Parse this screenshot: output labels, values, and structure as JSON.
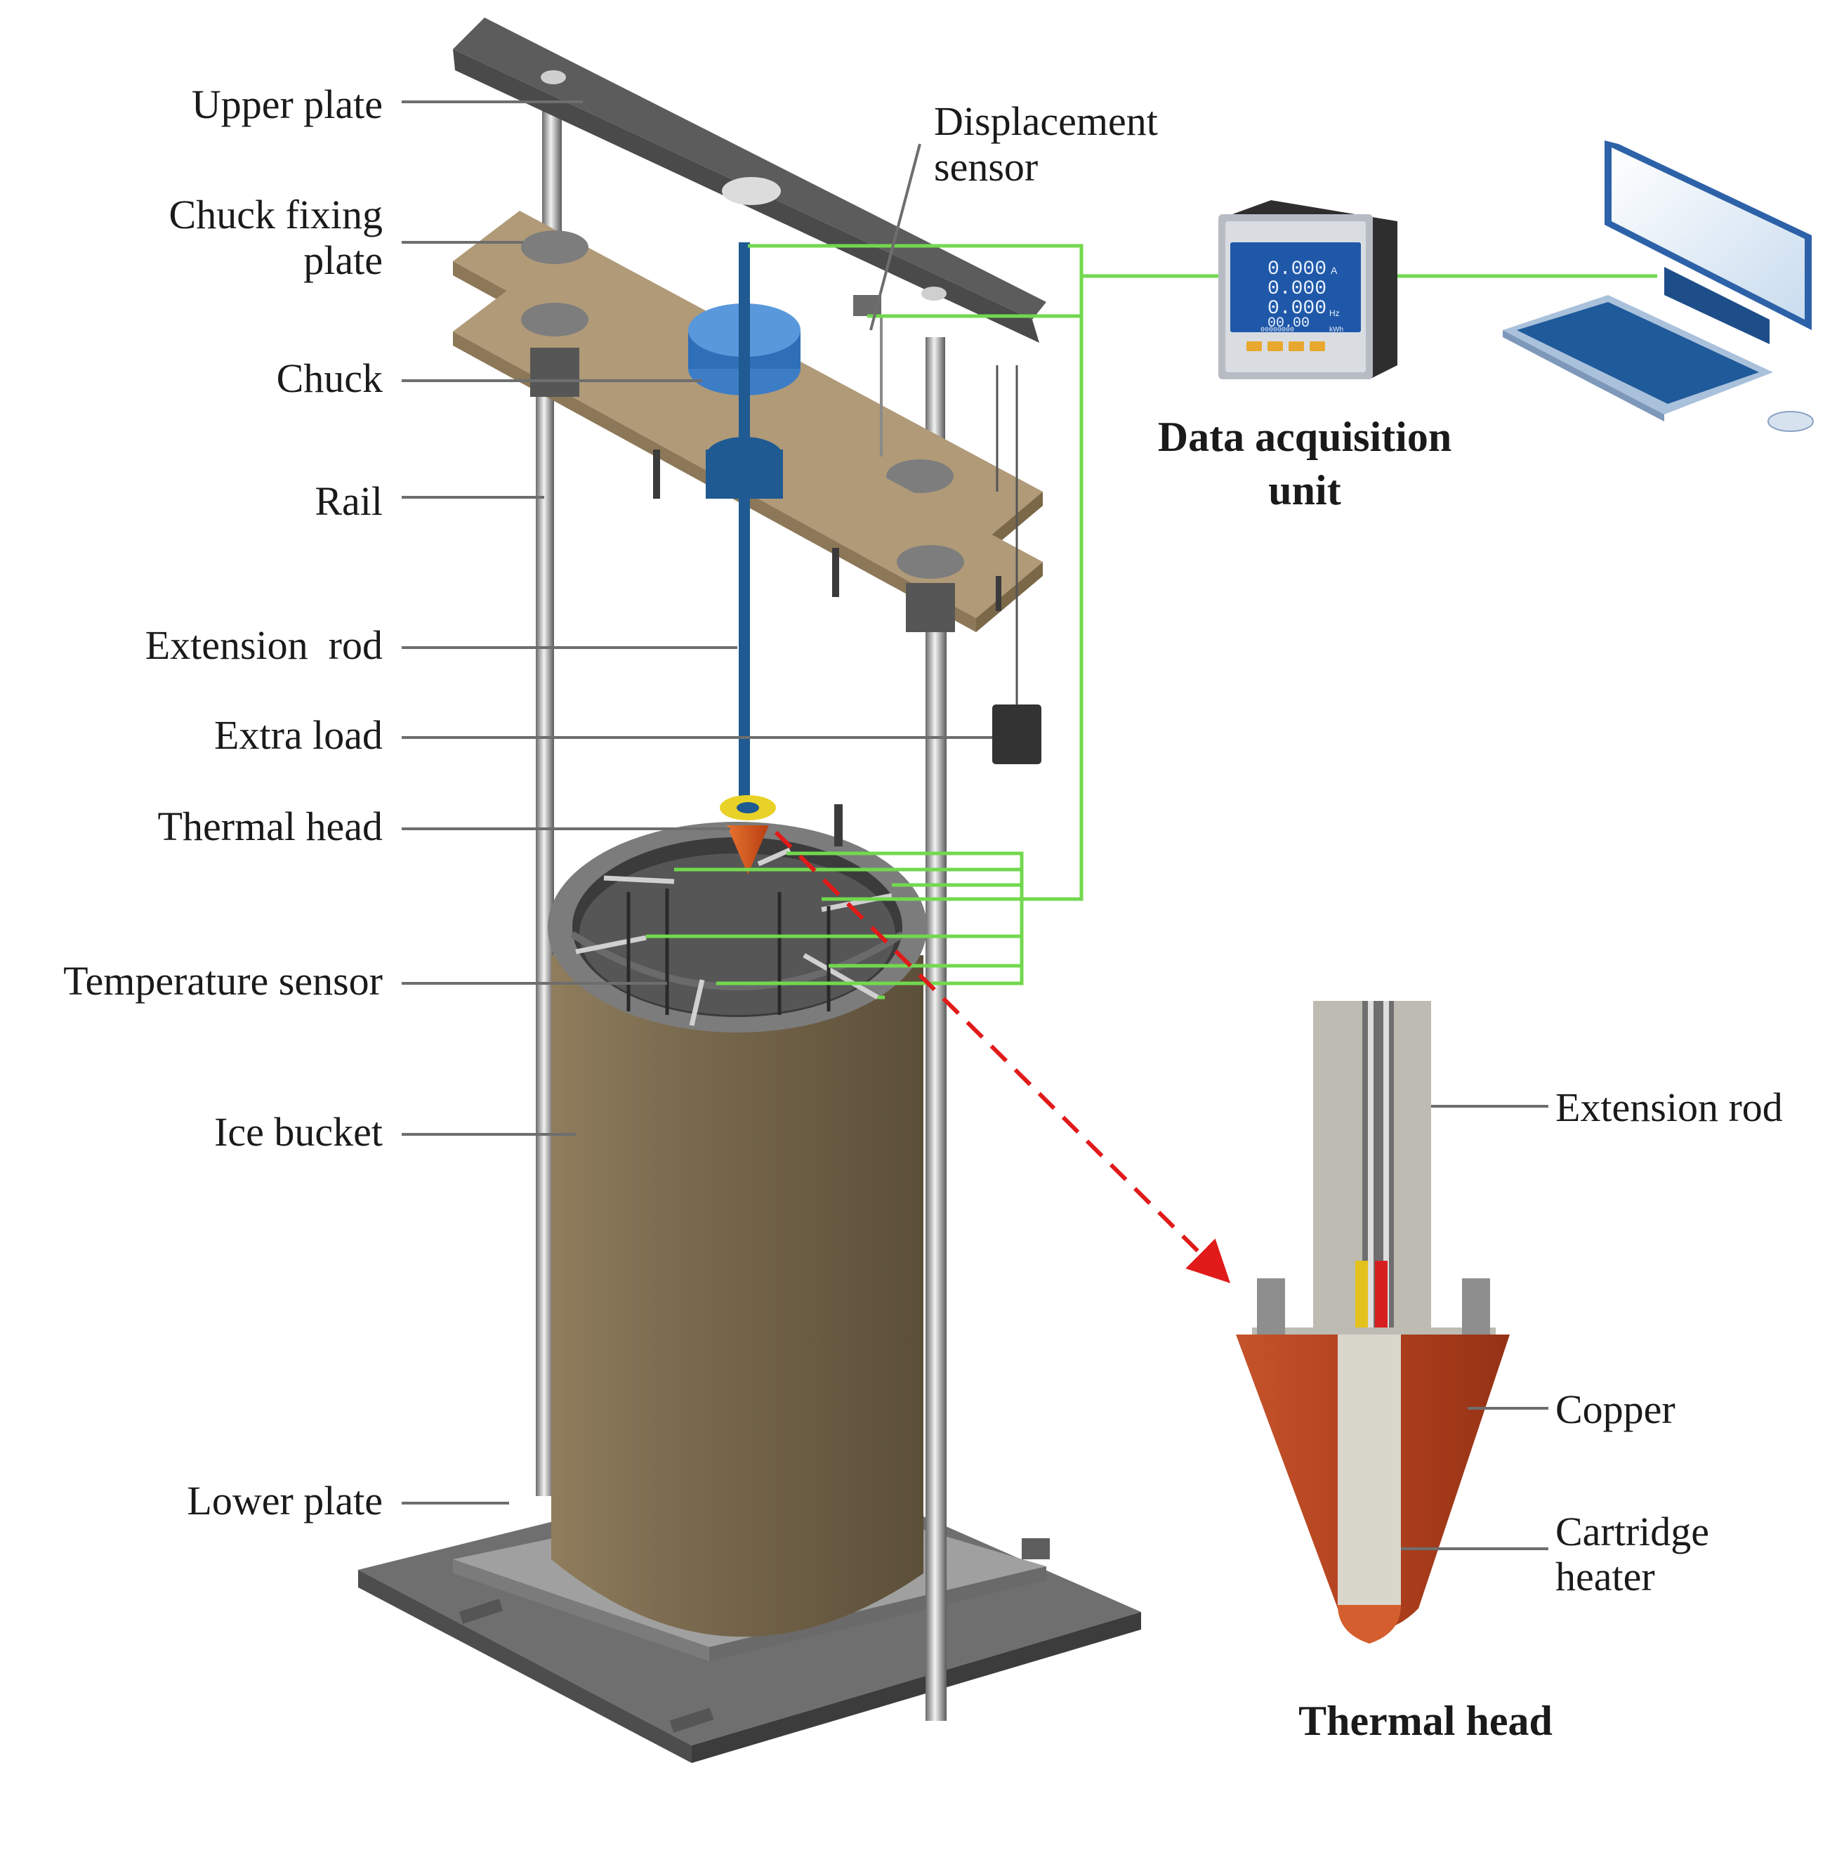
{
  "labels": {
    "upper_plate": "Upper plate",
    "chuck_fixing_plate_1": "Chuck fixing",
    "chuck_fixing_plate_2": "plate",
    "chuck": "Chuck",
    "rail": "Rail",
    "extension_rod": "Extension  rod",
    "extra_load": "Extra load",
    "thermal_head": "Thermal head",
    "temperature_sensor": "Temperature sensor",
    "ice_bucket": "Ice bucket",
    "lower_plate": "Lower plate",
    "displacement_sensor_1": "Displacement",
    "displacement_sensor_2": "sensor",
    "data_acquisition_1": "Data acquisition",
    "data_acquisition_2": "unit",
    "detail_extension_rod": "Extension rod",
    "detail_copper": "Copper",
    "detail_cartridge_1": "Cartridge",
    "detail_cartridge_2": "heater",
    "detail_title": "Thermal head"
  },
  "meter": {
    "row1": "0.000",
    "row2": "0.000",
    "row3": "0.000",
    "row4": "00.00",
    "row5": "00000000",
    "unit_a": "A",
    "unit_hz": "Hz",
    "unit_kwh": "kWh"
  },
  "colors": {
    "wire": "#72d84e",
    "arrow": "#e11a1a",
    "bucket": "#726449",
    "plate_wood": "#b09a78",
    "upper_plate": "#4a4a4a",
    "copper": "#b4431f",
    "chuck_blue": "#2f6fb8",
    "rod_blue": "#1f5a92",
    "screen": "#1f58a8"
  }
}
